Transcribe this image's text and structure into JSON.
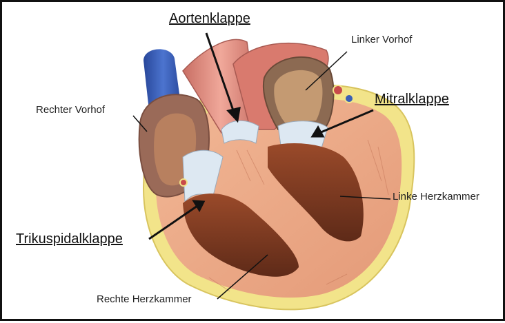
{
  "labels": {
    "aortic_valve": "Aortenklappe",
    "left_atrium": "Linker Vorhof",
    "right_atrium": "Rechter Vorhof",
    "mitral_valve": "Mitralklappe",
    "left_ventricle": "Linke Herzkammer",
    "tricuspid_valve": "Trikuspidalklappe",
    "right_ventricle": "Rechte Herzkammer"
  },
  "colors": {
    "vena_cava": "#3a5fb5",
    "myocardium": "#e8a88a",
    "cavity": "#7a3a22",
    "fat_layer": "#f2e48a",
    "valve": "#dde8f2",
    "aorta": "#d98a80",
    "atrium_wall": "#9a6a58"
  }
}
